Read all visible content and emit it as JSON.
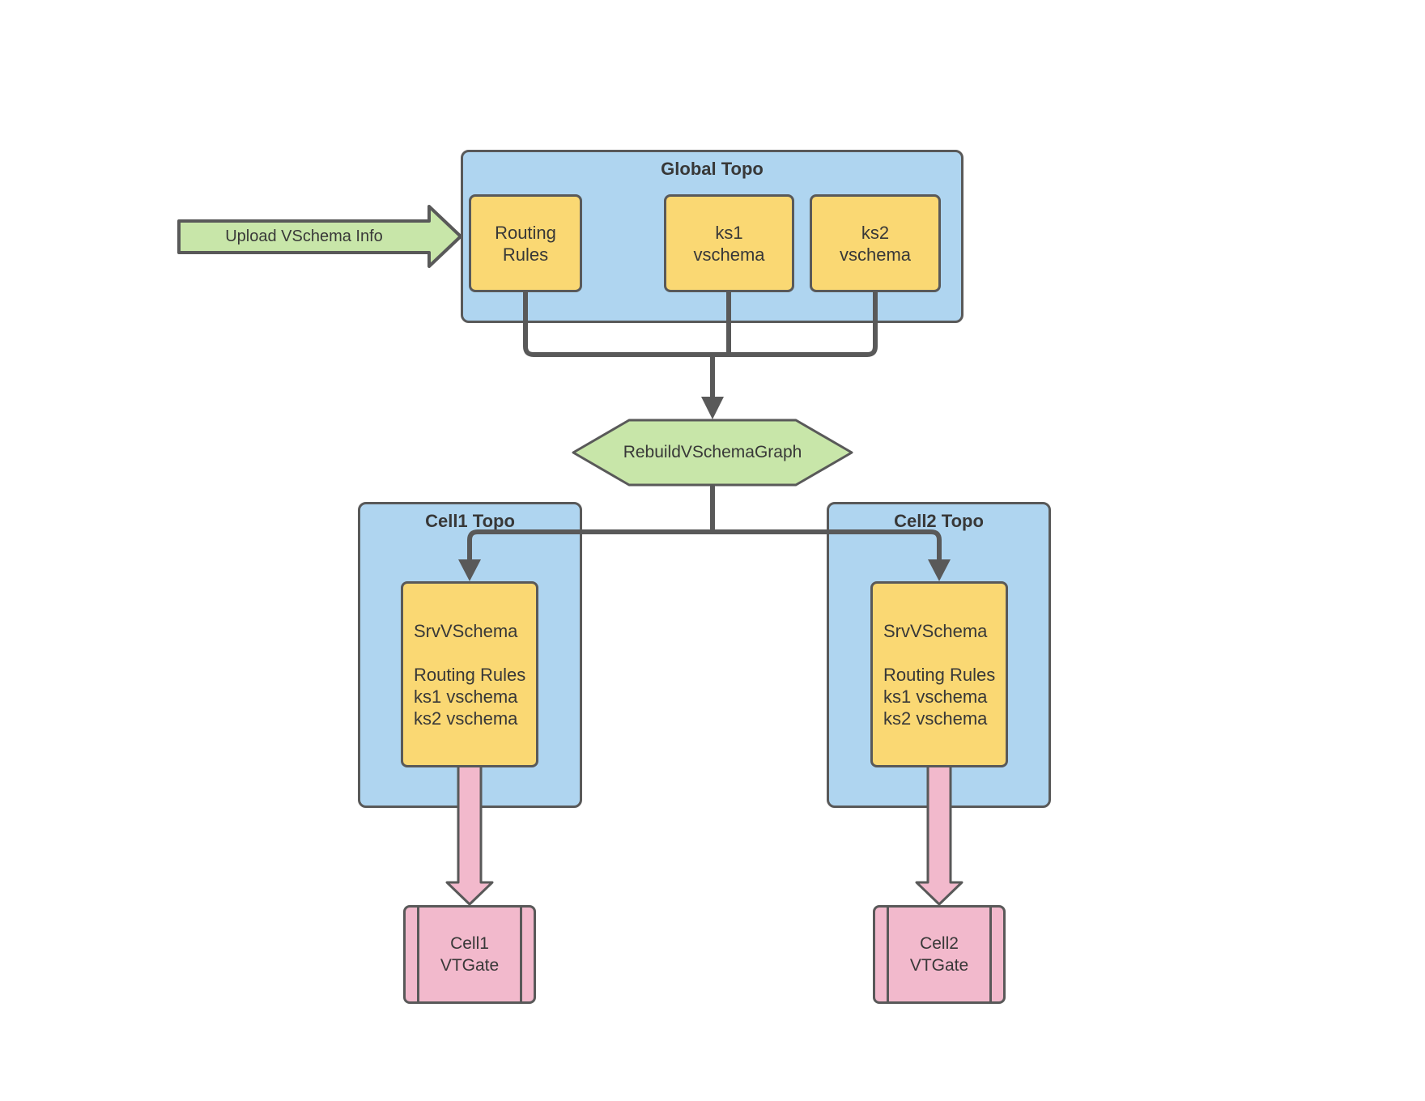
{
  "colors": {
    "container_fill": "#AFD5F0",
    "node_fill": "#FAD873",
    "action_fill": "#C8E6A9",
    "vtgate_fill": "#F2B9CC",
    "stroke": "#595959",
    "text": "#383838"
  },
  "upload_arrow": {
    "label": "Upload VSchema Info"
  },
  "global_topo": {
    "title": "Global Topo",
    "nodes": [
      {
        "lines": [
          "Routing",
          "Rules"
        ]
      },
      {
        "lines": [
          "ks1",
          "vschema"
        ]
      },
      {
        "lines": [
          "ks2",
          "vschema"
        ]
      }
    ]
  },
  "rebuild_step": {
    "label": "RebuildVSchemaGraph"
  },
  "cells": [
    {
      "title": "Cell1 Topo",
      "srv_lines": [
        "SrvVSchema",
        "",
        "Routing Rules",
        "ks1 vschema",
        "ks2 vschema"
      ],
      "vtgate_lines": [
        "Cell1",
        "VTGate"
      ]
    },
    {
      "title": "Cell2 Topo",
      "srv_lines": [
        "SrvVSchema",
        "",
        "Routing Rules",
        "ks1 vschema",
        "ks2 vschema"
      ],
      "vtgate_lines": [
        "Cell2",
        "VTGate"
      ]
    }
  ]
}
